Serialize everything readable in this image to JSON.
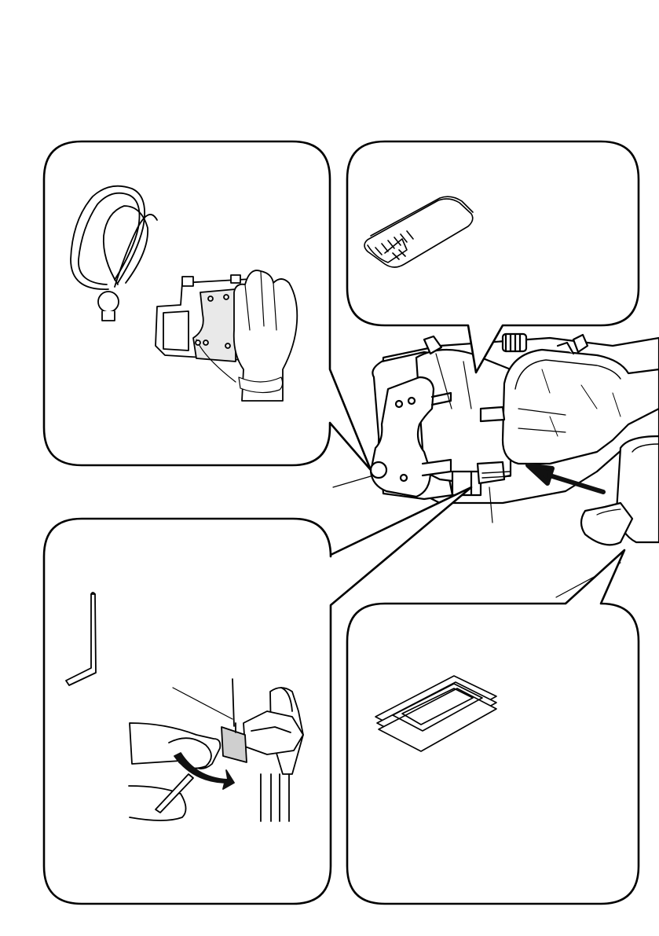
{
  "diagram": {
    "panels": [
      {
        "id": "strap",
        "icon": "safety-strap-icon",
        "detail": "hand-with-wrist-strap-icon"
      },
      {
        "id": "diffuser",
        "icon": "diffuser-plate-icon"
      },
      {
        "id": "hex-key",
        "icon": "hex-key-icon",
        "detail": "hand-tightening-clamp-icon"
      },
      {
        "id": "filters",
        "icon": "filter-sheets-icon"
      }
    ],
    "main": "housing-assembly-icon",
    "arrow": "insert-direction-arrow",
    "colors": {
      "line": "#000000",
      "fill": "#ffffff",
      "shade": "#cfcfcf",
      "arrow": "#111111"
    }
  }
}
